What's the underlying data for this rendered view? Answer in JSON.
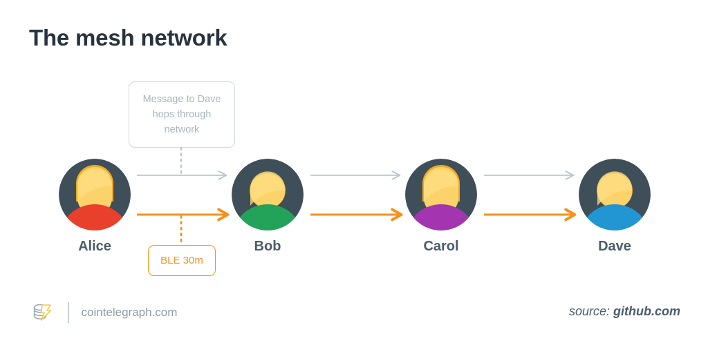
{
  "title": "The mesh network",
  "callout": {
    "text": "Message to Dave hops through network"
  },
  "ble_badge": {
    "label": "BLE 30m"
  },
  "nodes": [
    {
      "name": "Alice",
      "shoulder_color": "#e8402a",
      "hair": "long",
      "icon": "avatar-icon"
    },
    {
      "name": "Bob",
      "shoulder_color": "#22a359",
      "hair": "short",
      "icon": "avatar-icon"
    },
    {
      "name": "Carol",
      "shoulder_color": "#a336b0",
      "hair": "long",
      "icon": "avatar-icon"
    },
    {
      "name": "Dave",
      "shoulder_color": "#2196d3",
      "hair": "short",
      "icon": "avatar-icon"
    }
  ],
  "links": [
    {
      "from": "Alice",
      "to": "Bob",
      "type": "gray"
    },
    {
      "from": "Bob",
      "to": "Carol",
      "type": "gray"
    },
    {
      "from": "Carol",
      "to": "Dave",
      "type": "gray"
    },
    {
      "from": "Alice",
      "to": "Bob",
      "type": "orange"
    },
    {
      "from": "Bob",
      "to": "Carol",
      "type": "orange"
    },
    {
      "from": "Carol",
      "to": "Dave",
      "type": "orange"
    }
  ],
  "footer": {
    "site": "cointelegraph.com",
    "source_label": "source:",
    "source_value": "github.com",
    "logo_icon": "cointelegraph-logo-icon"
  },
  "colors": {
    "title": "#28333d",
    "avatar_circle": "#3e4f59",
    "hair": "#f4a81d",
    "face": "#fcd36b",
    "arrow_gray": "#b9c7ce",
    "arrow_orange": "#f5921e",
    "callout_border": "#ccd7de",
    "callout_text": "#a8b6c0",
    "background": "#ffffff"
  }
}
